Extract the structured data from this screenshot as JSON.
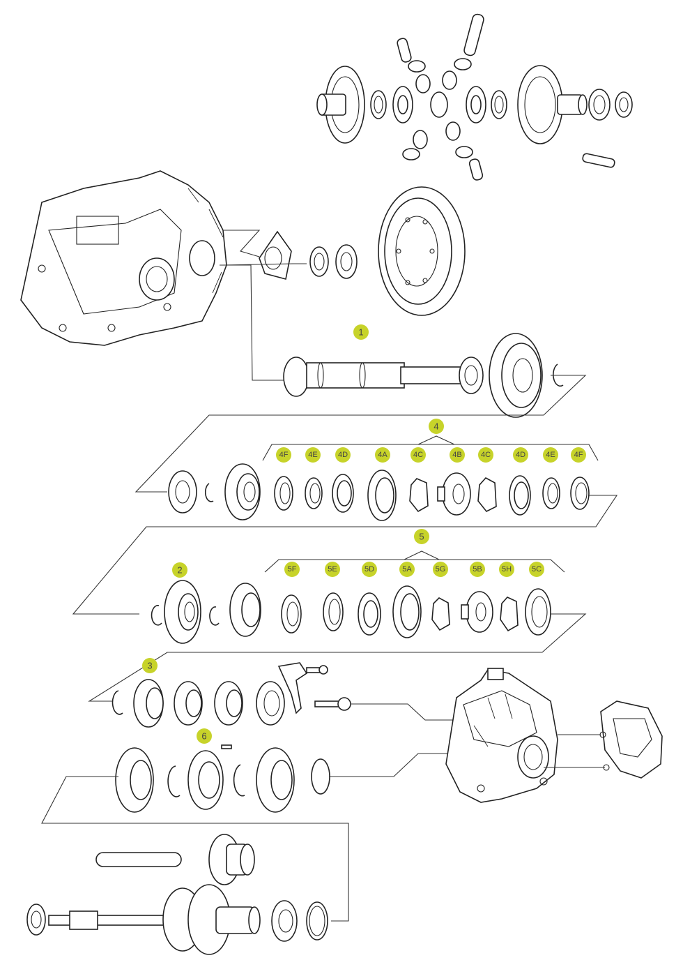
{
  "accent_color": "#c7d32a",
  "labels": {
    "l1": "1",
    "l2": "2",
    "l3": "3",
    "l4": "4",
    "l5": "5",
    "l6": "6",
    "l4F_a": "4F",
    "l4E_a": "4E",
    "l4D_a": "4D",
    "l4A": "4A",
    "l4C_a": "4C",
    "l4B": "4B",
    "l4C_b": "4C",
    "l4D_b": "4D",
    "l4E_b": "4E",
    "l4F_b": "4F",
    "l5F": "5F",
    "l5E": "5E",
    "l5D": "5D",
    "l5A": "5A",
    "l5G": "5G",
    "l5B": "5B",
    "l5H": "5H",
    "l5C": "5C"
  }
}
